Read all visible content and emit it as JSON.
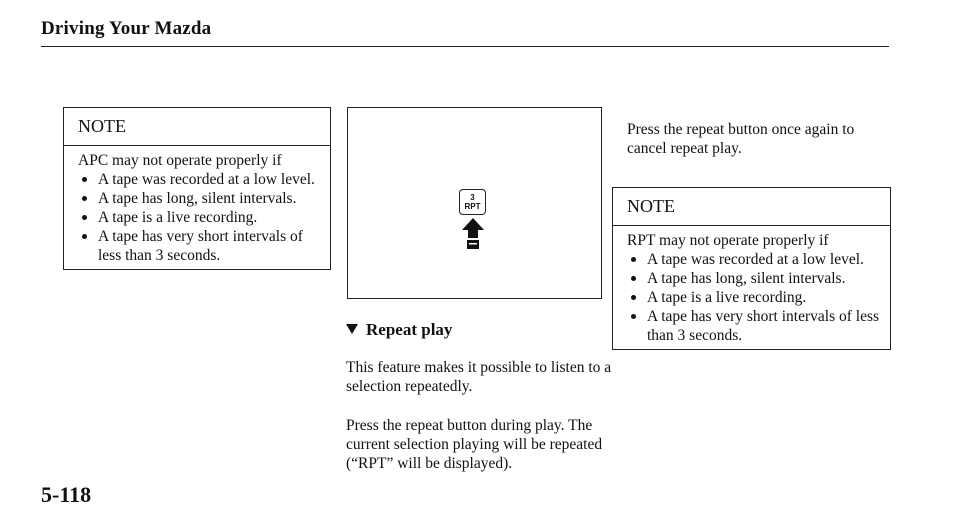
{
  "header": {
    "title": "Driving Your Mazda"
  },
  "note_left": {
    "heading": "NOTE",
    "intro": "APC may not operate properly if",
    "items": [
      "A tape was recorded at a low level.",
      "A tape has long, silent intervals.",
      "A tape is a live recording.",
      "A tape has very short intervals of less than 3 seconds."
    ]
  },
  "figure": {
    "button_number": "3",
    "button_label": "RPT",
    "icons": [
      "rpt-button-icon",
      "finger-press-icon"
    ]
  },
  "section": {
    "heading": "Repeat play",
    "para1": "This feature makes it possible to listen to a selection repeatedly.",
    "para2": "Press the repeat button during play. The current selection playing will be repeated (“RPT” will be displayed).",
    "para3": "Press the repeat button once again to cancel repeat play."
  },
  "note_right": {
    "heading": "NOTE",
    "intro": "RPT may not operate properly if",
    "items": [
      "A  tape was recorded at a low level.",
      "A tape has long, silent intervals.",
      "A tape is a live recording.",
      "A tape has very short intervals of less than 3 seconds."
    ]
  },
  "footer": {
    "page_number": "5-118"
  }
}
